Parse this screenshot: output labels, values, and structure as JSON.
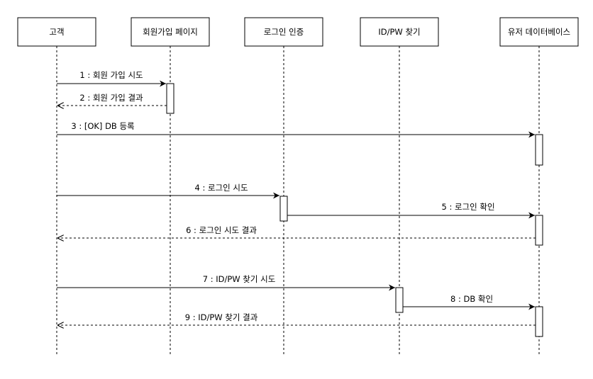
{
  "participants": [
    {
      "id": "customer",
      "label": "고객"
    },
    {
      "id": "signup",
      "label": "회원가입 페이지"
    },
    {
      "id": "login",
      "label": "로그인 인증"
    },
    {
      "id": "findidpw",
      "label": "ID/PW 찾기"
    },
    {
      "id": "userdb",
      "label": "유저 데이터베이스"
    }
  ],
  "messages": [
    {
      "label": "1 : 회원 가입 시도",
      "from": "customer",
      "to": "signup",
      "kind": "call"
    },
    {
      "label": "2 : 회원 가입 결과",
      "from": "signup",
      "to": "customer",
      "kind": "return"
    },
    {
      "label": "3 : [OK] DB 등록",
      "from": "customer",
      "to": "userdb",
      "kind": "call"
    },
    {
      "label": "4 : 로그인 시도",
      "from": "customer",
      "to": "login",
      "kind": "call"
    },
    {
      "label": "5 : 로그인 확인",
      "from": "login",
      "to": "userdb",
      "kind": "call"
    },
    {
      "label": "6 : 로그인 시도 결과",
      "from": "userdb",
      "to": "customer",
      "kind": "return"
    },
    {
      "label": "7 : ID/PW 찾기 시도",
      "from": "customer",
      "to": "findidpw",
      "kind": "call"
    },
    {
      "label": "8 : DB 확인",
      "from": "findidpw",
      "to": "userdb",
      "kind": "call"
    },
    {
      "label": "9 : ID/PW 찾기 결과",
      "from": "userdb",
      "to": "customer",
      "kind": "return"
    }
  ],
  "colors": {
    "line": "#000000",
    "box_fill": "#ffffff",
    "lifeline": "#000000"
  }
}
